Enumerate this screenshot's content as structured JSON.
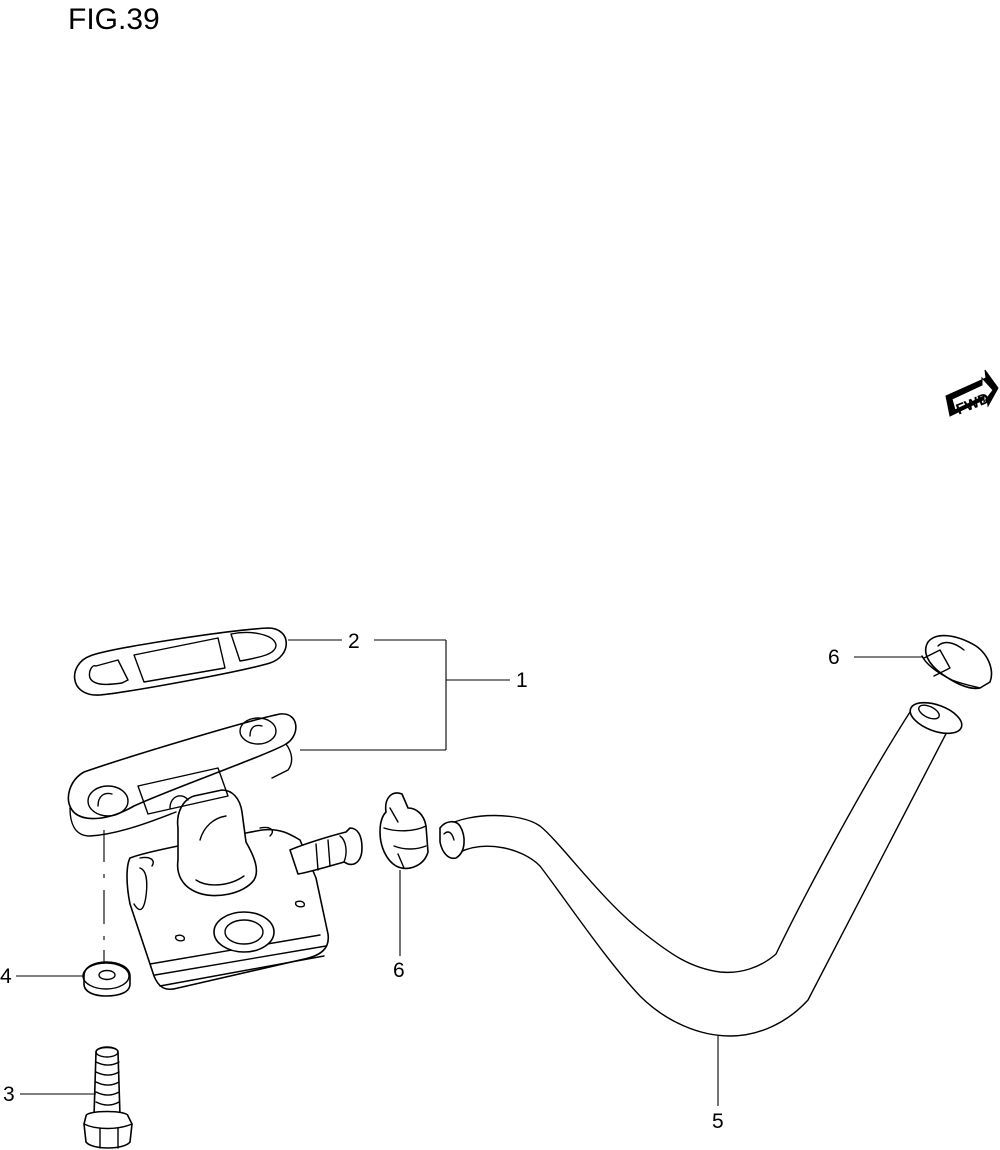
{
  "figure": {
    "title": "FIG.39"
  },
  "fwd_marker": {
    "label": "FWD"
  },
  "callouts": {
    "c1": "1",
    "c2": "2",
    "c3": "3",
    "c4": "4",
    "c5": "5",
    "c6_upper": "6",
    "c6_lower": "6"
  }
}
